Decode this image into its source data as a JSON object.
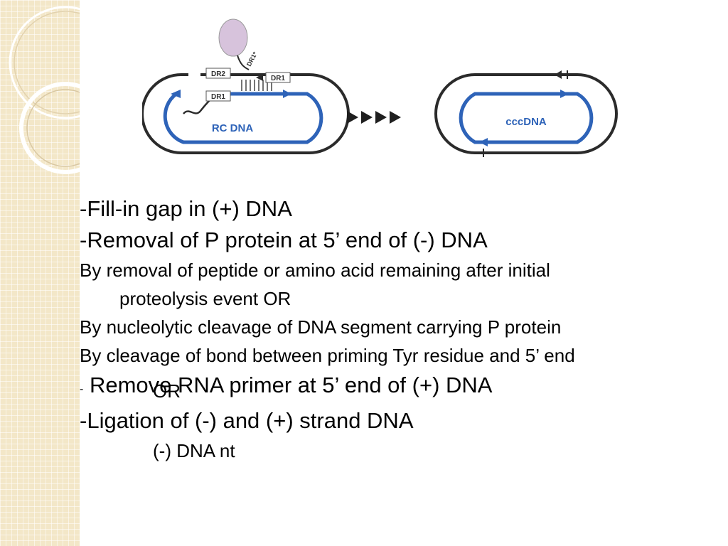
{
  "diagram": {
    "labels": {
      "dr2": "DR2",
      "dr1_left": "DR1",
      "dr1_right": "DR1",
      "dr1_star": "DR1*",
      "rc_dna": "RC DNA",
      "ccc_dna": "cccDNA"
    },
    "colors": {
      "strand_blue": "#2e63b8",
      "strand_black": "#2b2b2b",
      "protein": "#d7c3dc",
      "arrows": "#1f1f1f"
    }
  },
  "slide": {
    "lines": [
      "-Fill-in gap in (+) DNA",
      "-Removal of P protein at 5’ end of (-) DNA",
      " By removal of peptide or amino acid remaining after initial",
      "proteolysis event  OR",
      " By nucleolytic cleavage of DNA segment carrying P protein",
      "OR",
      " By cleavage of bond between priming Tyr residue and 5’ end",
      "(-) DNA nt",
      "-",
      " Remove RNA primer at 5’ end of (+) DNA",
      "-Ligation of (-) and (+) strand DNA"
    ]
  }
}
